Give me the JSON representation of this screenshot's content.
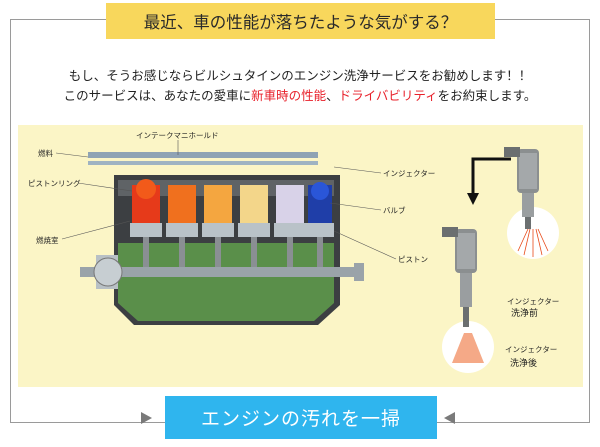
{
  "headline": "最近、車の性能が落ちたような気がする？",
  "intro": {
    "line1": "もし、そうお感じならビルシュタインのエンジン洗浄サービスをお勧めします！！",
    "line2_prefix": "このサービスは、あなたの愛車に",
    "line2_highlight_1": "新車時の性能",
    "line2_separator": "、",
    "line2_highlight_2": "ドライバビリティ",
    "line2_suffix": "をお約束します。"
  },
  "diagram": {
    "labels": {
      "intake_manifold": "インテークマニホールド",
      "fuel": "燃料",
      "piston_ring": "ピストンリング",
      "combustion_chamber": "燃焼室",
      "injector": "インジェクター",
      "valve": "バルブ",
      "piston": "ピストン"
    },
    "injector_before": {
      "line1": "インジェクター",
      "line2": "洗浄前"
    },
    "injector_after": {
      "line1": "インジェクター",
      "line2": "洗浄後"
    }
  },
  "footer_button": "エンジンの汚れを一掃",
  "colors": {
    "headline_bg": "#f8d75c",
    "highlight_text": "#e8202a",
    "panel_bg": "#fbf5c6",
    "button_bg": "#2fb5ee",
    "cylinder_colors": [
      "#e63a1a",
      "#f0701e",
      "#f4a640",
      "#f3d68a",
      "#d8d2e8",
      "#1f3ea8"
    ]
  }
}
